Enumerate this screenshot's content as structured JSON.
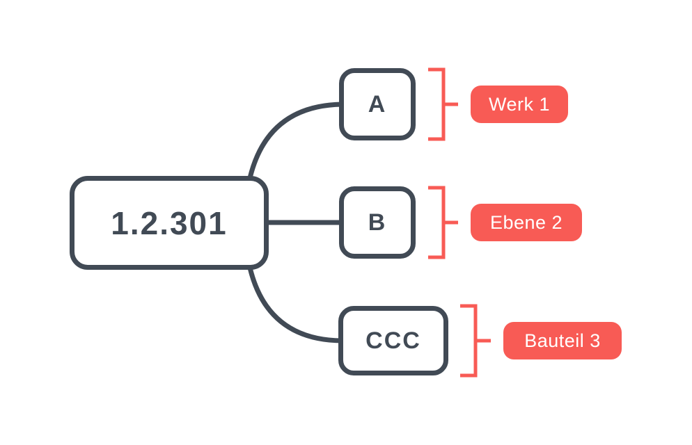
{
  "colors": {
    "background": "#ffffff",
    "node_stroke": "#414a55",
    "node_text": "#414a55",
    "accent_red": "#f85b55",
    "pill_text": "#ffffff"
  },
  "diagram": {
    "root": {
      "label": "1.2.301"
    },
    "children": [
      {
        "label": "A",
        "annotation": "Werk 1"
      },
      {
        "label": "B",
        "annotation": "Ebene 2"
      },
      {
        "label": "CCC",
        "annotation": "Bauteil 3"
      }
    ]
  }
}
